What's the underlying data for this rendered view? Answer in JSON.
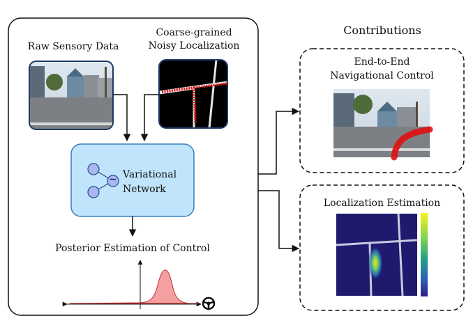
{
  "left_panel": {
    "raw_label": "Raw Sensory Data",
    "coarse_label_line1": "Coarse-grained",
    "coarse_label_line2": "Noisy Localization",
    "network_label_line1": "Variational",
    "network_label_line2": "Network",
    "posterior_label": "Posterior Estimation of Control",
    "network_symbol": "~"
  },
  "right_panel": {
    "title": "Contributions",
    "control_label_line1": "End-to-End",
    "control_label_line2": "Navigational Control",
    "localization_label": "Localization Estimation"
  },
  "colors": {
    "network_fill": "#bfe4fb",
    "network_stroke": "#3a7bbf",
    "path_red": "#e01010",
    "posterior_fill": "#f5a0a0",
    "posterior_stroke": "#c03030"
  },
  "icons": [
    "steering-wheel-icon",
    "network-node-icon"
  ]
}
